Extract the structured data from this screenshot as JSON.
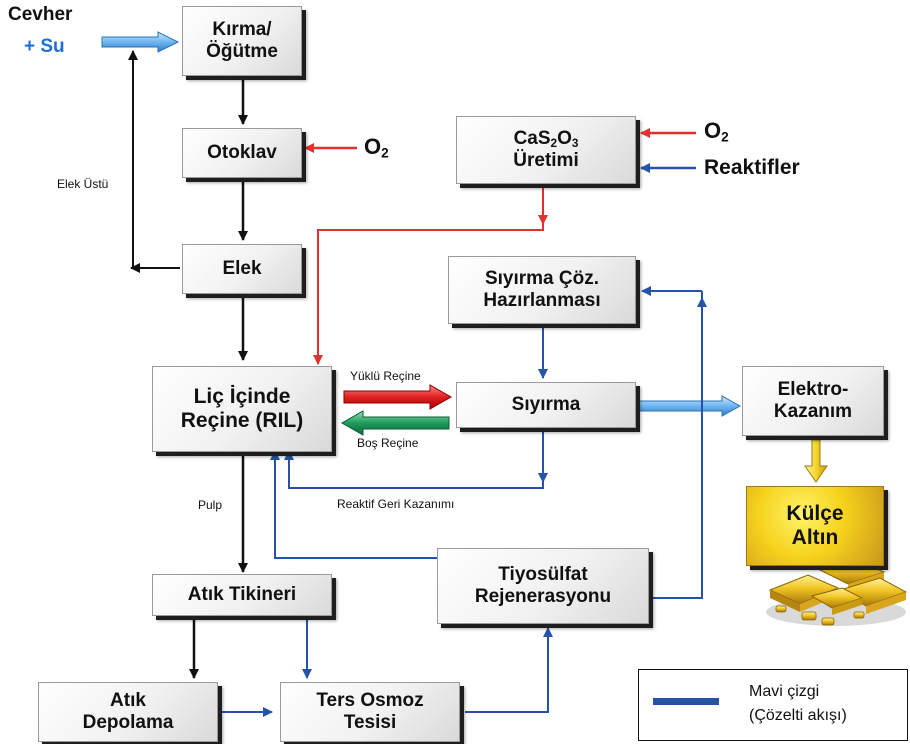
{
  "nodes": {
    "kirma": {
      "line1": "Kırma/",
      "line2": "Öğütme"
    },
    "otoklav": {
      "label": "Otoklav"
    },
    "elek": {
      "label": "Elek"
    },
    "ric": {
      "line1": "Liç İçinde",
      "line2": "Reçine (RIL)"
    },
    "atik_tikineri": {
      "label": "Atık Tikineri"
    },
    "atik_depolama": {
      "line1": "Atık",
      "line2": "Depolama"
    },
    "ters_osmoz": {
      "line1": "Ters Osmoz",
      "line2": "Tesisi"
    },
    "tiyosulfat": {
      "line1": "Tiyosülfat",
      "line2": "Rejenerasyonu"
    },
    "cas2o3": {
      "formula_base": "CaS",
      "sub1": "2",
      "mid": "O",
      "sub2": "3",
      "line2": "Üretimi"
    },
    "siyirma_coz": {
      "line1": "Sıyırma Çöz.",
      "line2": "Hazırlanması"
    },
    "siyirma": {
      "label": "Sıyırma"
    },
    "elektro": {
      "line1": "Elektro-",
      "line2": "Kazanım"
    },
    "kulce": {
      "line1": "Külçe",
      "line2": "Altın"
    }
  },
  "inputs": {
    "cevher": "Cevher",
    "su": "+ Su",
    "o2_otoklav": {
      "base": "O",
      "sub": "2"
    },
    "o2_cas": {
      "base": "O",
      "sub": "2"
    },
    "reaktifler": "Reaktifler"
  },
  "edge_labels": {
    "elek_ustu": "Elek Üstü",
    "yuklu_recine": "Yüklü Reçine",
    "bos_recine": "Boş Reçine",
    "reaktif_geri": "Reaktif Geri Kazanımı",
    "pulp": "Pulp"
  },
  "legend": {
    "line1": "Mavi çizgi",
    "line2": "(Çözelti akışı)"
  },
  "colors": {
    "black_flow": "#111111",
    "blue_flow": "#2453a8",
    "red_flow": "#e53030",
    "green_arrow": "#1f9a5a",
    "cevher_text": "#111111",
    "su_text": "#1f6fd1",
    "gold": "#f6d21c"
  }
}
